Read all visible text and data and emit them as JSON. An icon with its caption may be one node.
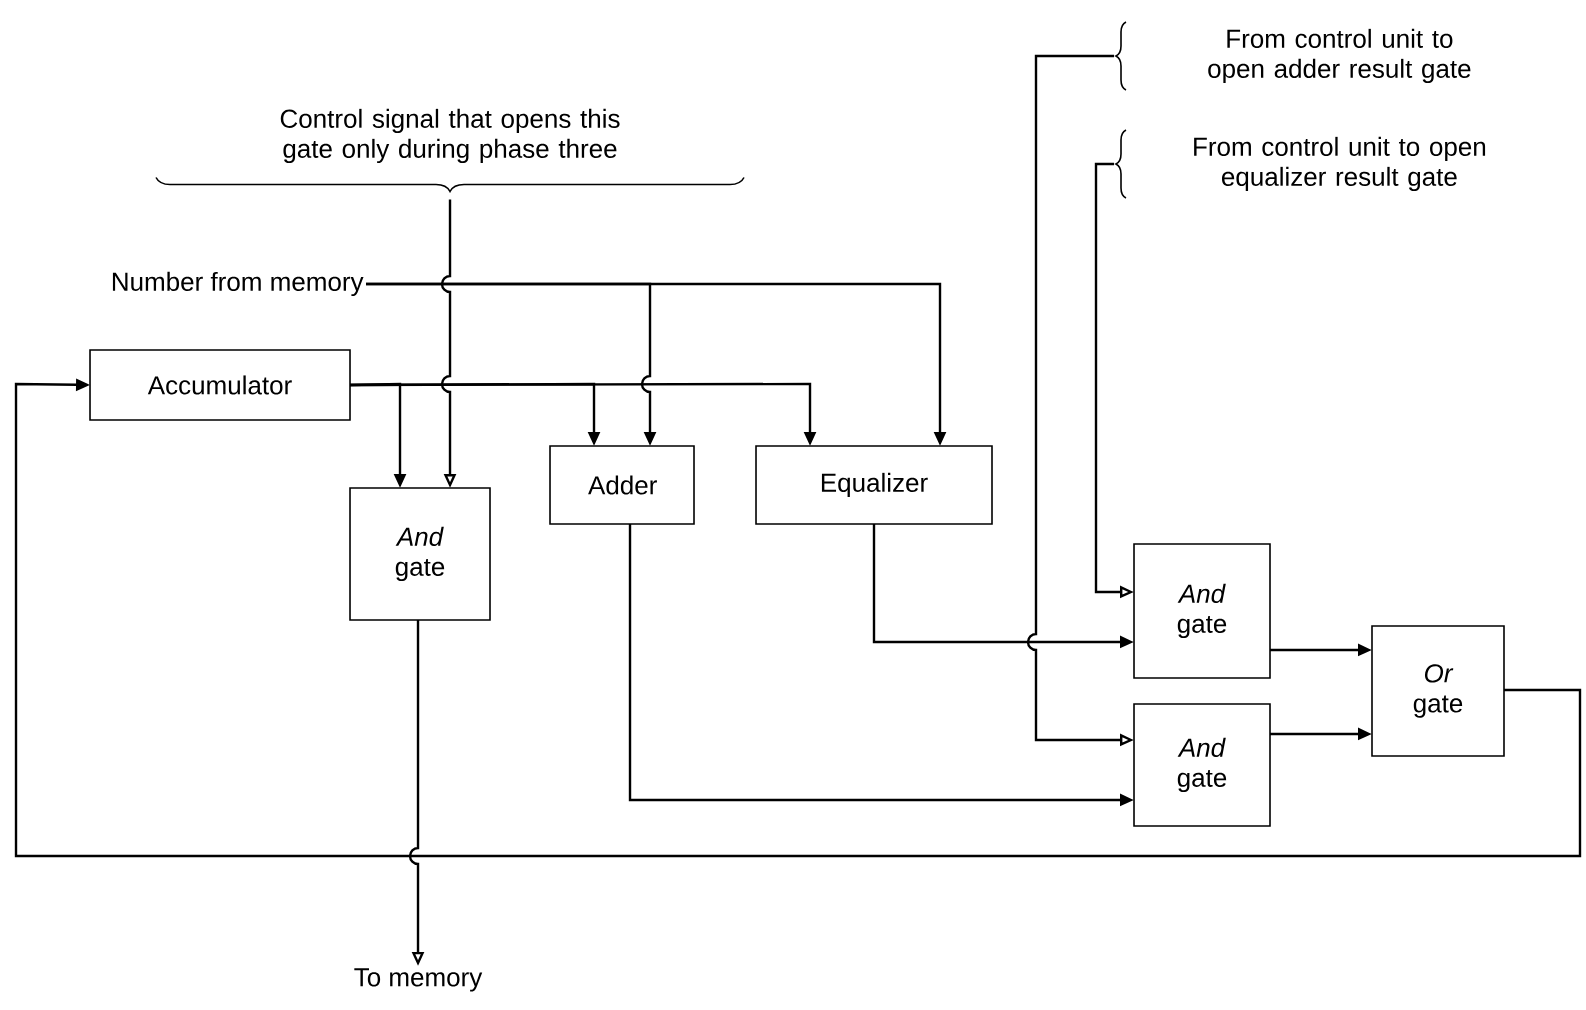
{
  "diagram": {
    "nodes": [
      {
        "text": [
          "Control signal that opens this gate only during phase three"
        ]
      },
      {
        "text": [
          "Number from memory"
        ]
      },
      {
        "text": [
          "Accumulator"
        ]
      },
      {
        "text": [
          "*And* gate"
        ]
      },
      {
        "text": [
          "Adder"
        ]
      },
      {
        "text": [
          "Equalizer"
        ]
      },
      {
        "text": [
          "From control unit to open adder result gate"
        ]
      },
      {
        "text": [
          "From control unit to open equalizer result gate"
        ]
      },
      {
        "text": [
          "*And* gate"
        ]
      },
      {
        "text": [
          "*And* gate"
        ]
      },
      {
        "text": [
          "*Or* gate"
        ]
      },
      {
        "text": [
          "To memory"
        ]
      }
    ],
    "edges": [
      {
        "from": 0,
        "to": 3,
        "arrow": "to"
      },
      {
        "from": 1,
        "to": 4,
        "arrow": "to"
      },
      {
        "from": 1,
        "to": 5,
        "arrow": "to"
      },
      {
        "from": 2,
        "to": 3,
        "arrow": "to"
      },
      {
        "from": 2,
        "to": 4,
        "arrow": "to"
      },
      {
        "from": 2,
        "to": 5,
        "arrow": "to"
      },
      {
        "from": 5,
        "to": 8,
        "arrow": "to"
      },
      {
        "from": 4,
        "to": 9,
        "arrow": "to"
      },
      {
        "from": 6,
        "to": 9,
        "arrow": "to"
      },
      {
        "from": 7,
        "to": 8,
        "arrow": "to"
      },
      {
        "from": 8,
        "to": 10,
        "arrow": "to"
      },
      {
        "from": 9,
        "to": 10,
        "arrow": "to"
      },
      {
        "from": 10,
        "to": 2,
        "arrow": "to"
      },
      {
        "from": 3,
        "to": 11,
        "arrow": "to"
      }
    ]
  }
}
